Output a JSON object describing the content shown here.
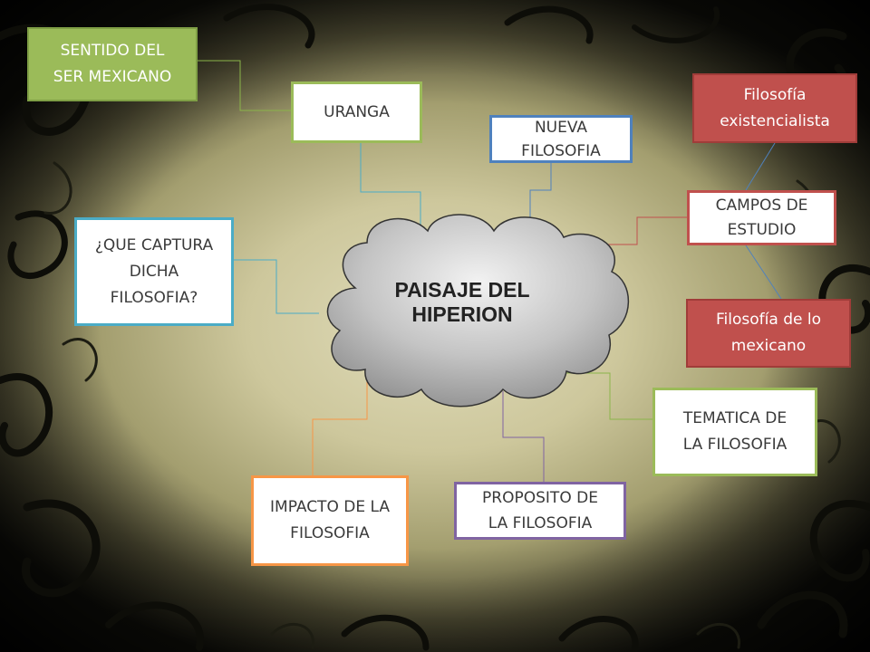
{
  "diagram": {
    "center": {
      "title": "PAISAJE DEL\nHIPERION"
    },
    "nodes": {
      "sentido": "SENTIDO DEL\nSER MEXICANO",
      "uranga": "URANGA",
      "nueva": "NUEVA\nFILOSOFIA",
      "existencialista": "Filosofía\nexistencialista",
      "campos": "CAMPOS DE\nESTUDIO",
      "captura": "¿QUE CAPTURA\nDICHA\nFILOSOFIA?",
      "mexicano": "Filosofía de lo\nmexicano",
      "tematica": "TEMATICA DE\nLA FILOSOFIA",
      "impacto": "IMPACTO DE LA\nFILOSOFIA",
      "proposito": "PROPOSITO DE\nLA FILOSOFIA"
    },
    "colors": {
      "green": "#8bb54a",
      "blue": "#4f81bd",
      "red": "#c0504d",
      "cyan": "#4bacc6",
      "orange": "#f79646",
      "purple": "#8064a2",
      "cloud_fill": "#a9a9a9"
    }
  }
}
